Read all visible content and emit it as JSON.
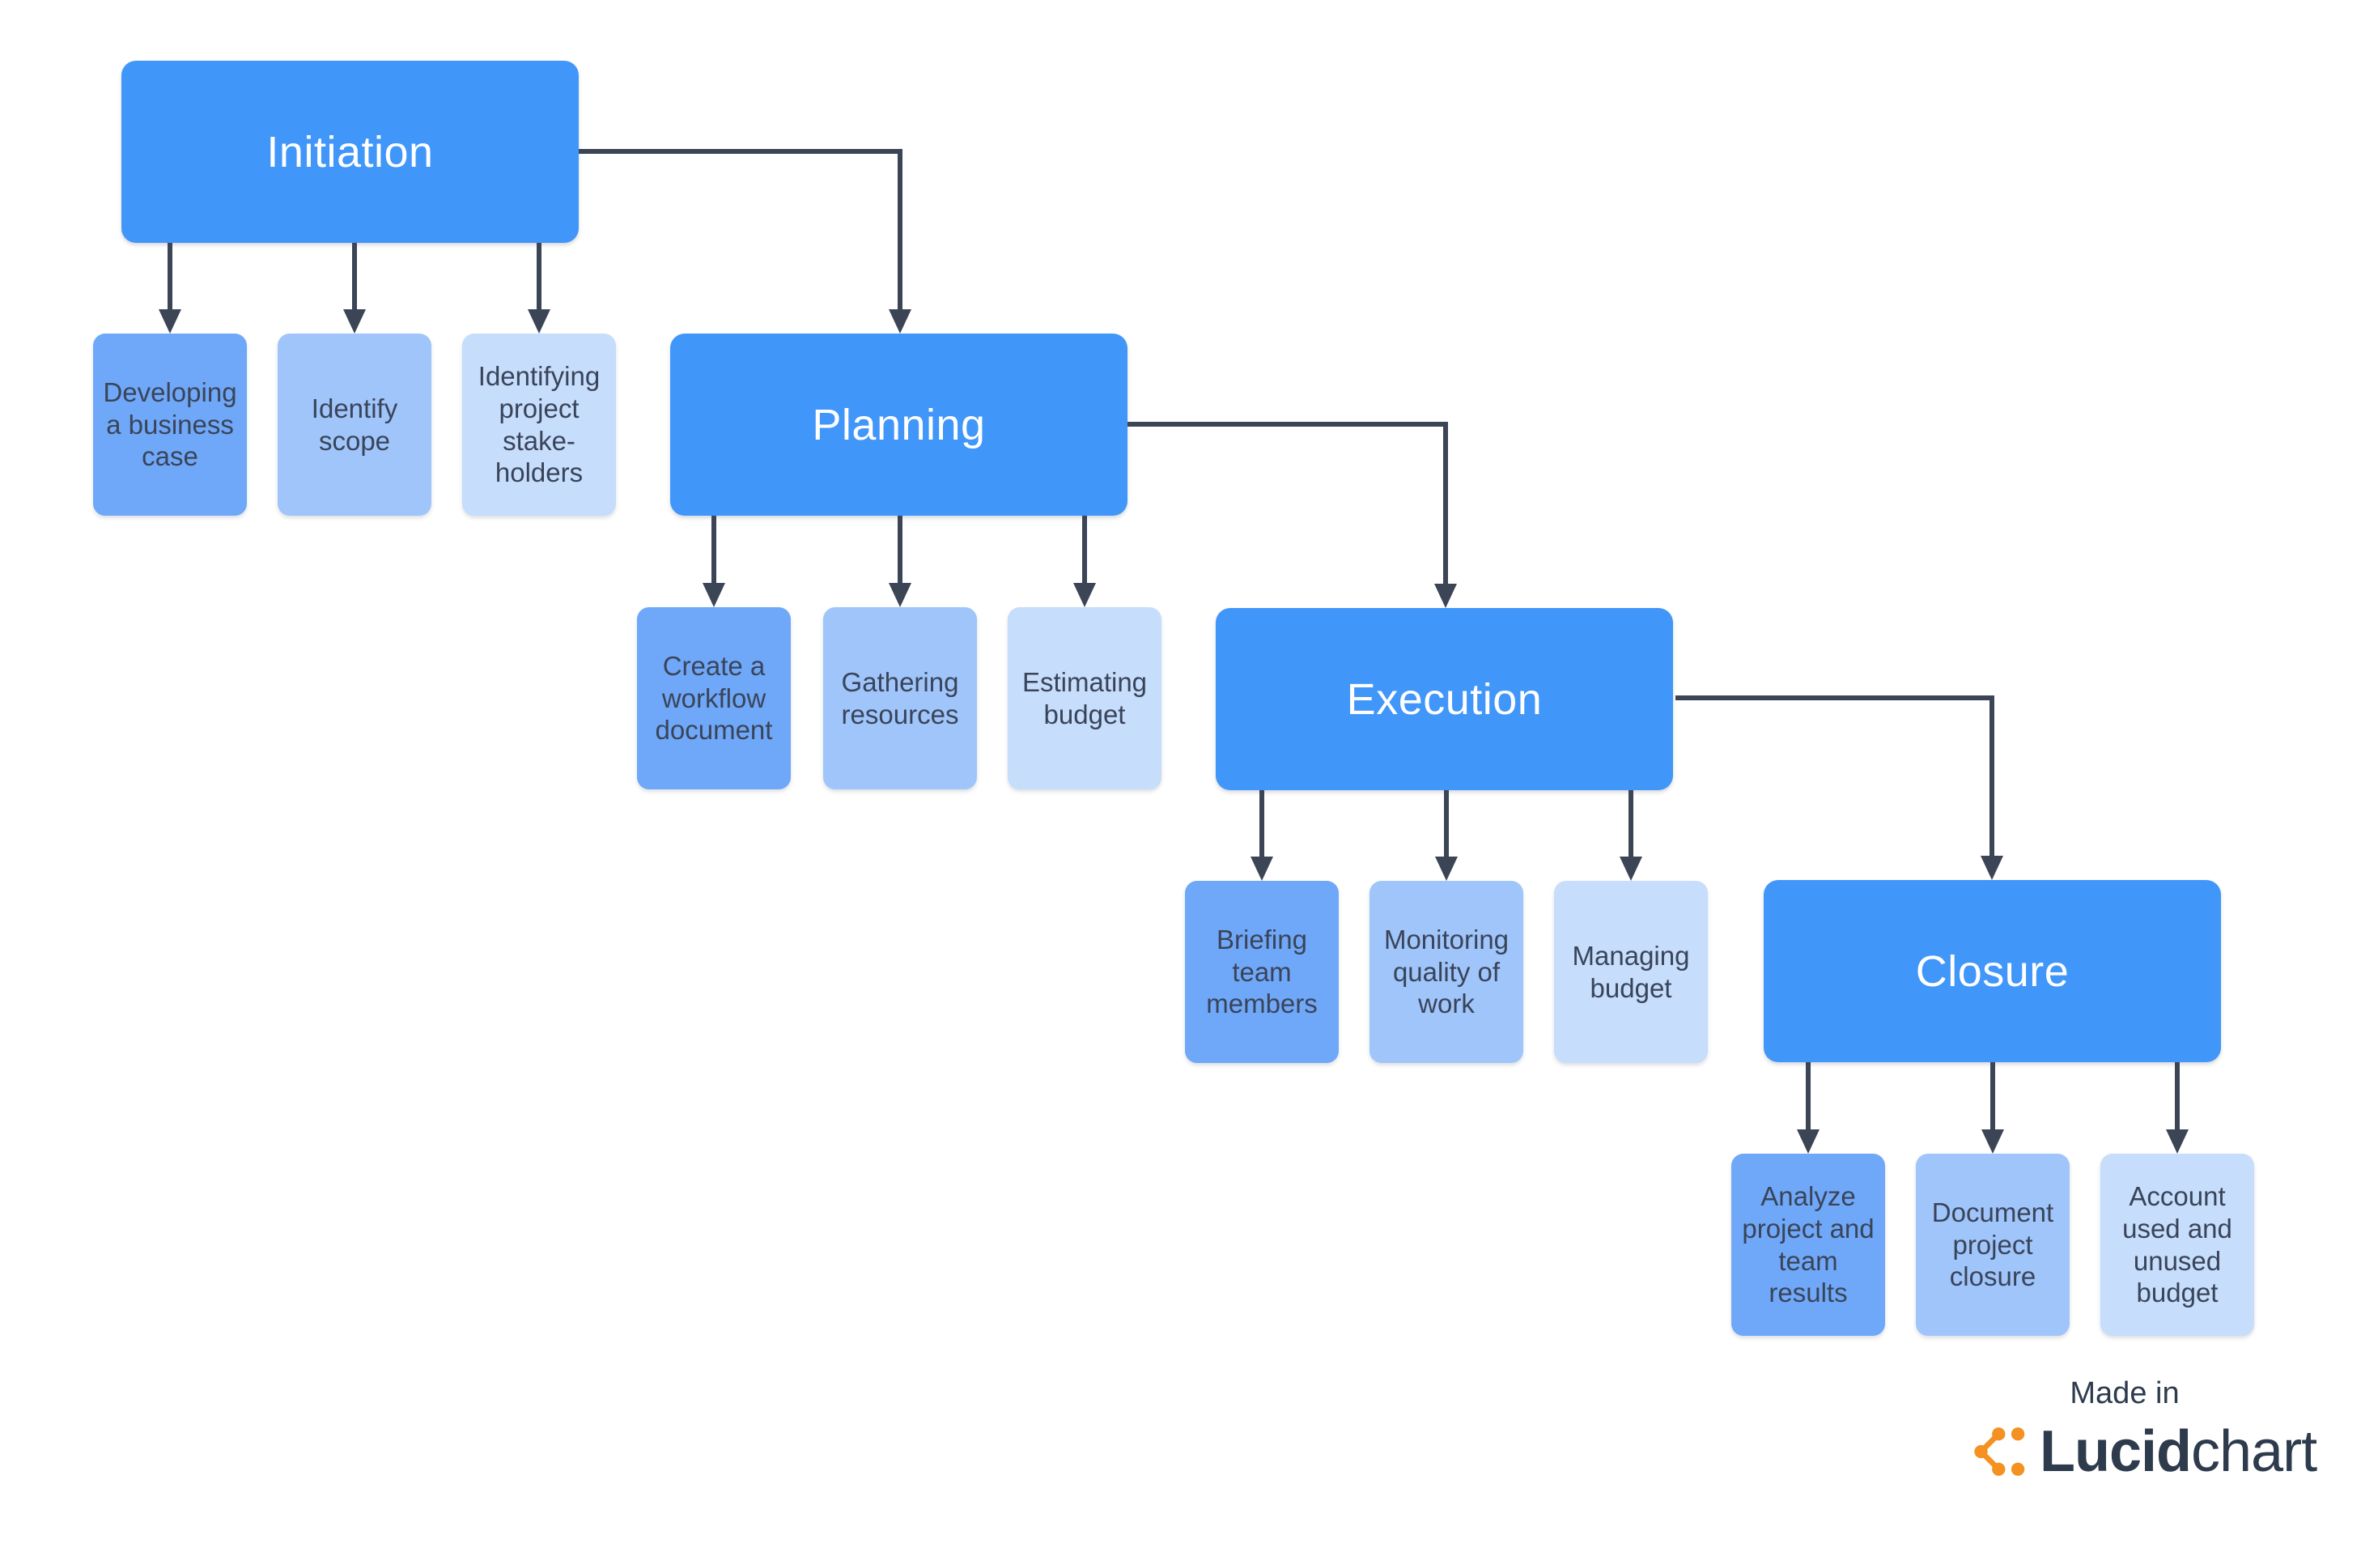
{
  "diagram": {
    "phases": [
      {
        "label": "Initiation",
        "children": [
          "Developing a business case",
          "Identify scope",
          "Identifying project stake-holders"
        ]
      },
      {
        "label": "Planning",
        "children": [
          "Create a workflow document",
          "Gathering resources",
          "Estimating budget"
        ]
      },
      {
        "label": "Execution",
        "children": [
          "Briefing team members",
          "Monitoring quality of work",
          "Managing budget"
        ]
      },
      {
        "label": "Closure",
        "children": [
          "Analyze project and team results",
          "Document project closure",
          "Account used and unused budget"
        ]
      }
    ]
  },
  "footer": {
    "made_in": "Made in",
    "brand_bold": "Lucid",
    "brand_light": "chart",
    "logo_icon": "lucid-logo-icon"
  },
  "colors": {
    "background": "#FFFFFF",
    "phase_fill": "#4196FA",
    "phase_text": "#FFFFFF",
    "child_fill_1": "#6FA8F8",
    "child_fill_2": "#9FC5FA",
    "child_fill_3": "#C6DDFC",
    "child_text": "#3A4459",
    "connector": "#3C4556",
    "brand_orange": "#F59121",
    "brand_text": "#2E3B4D"
  }
}
